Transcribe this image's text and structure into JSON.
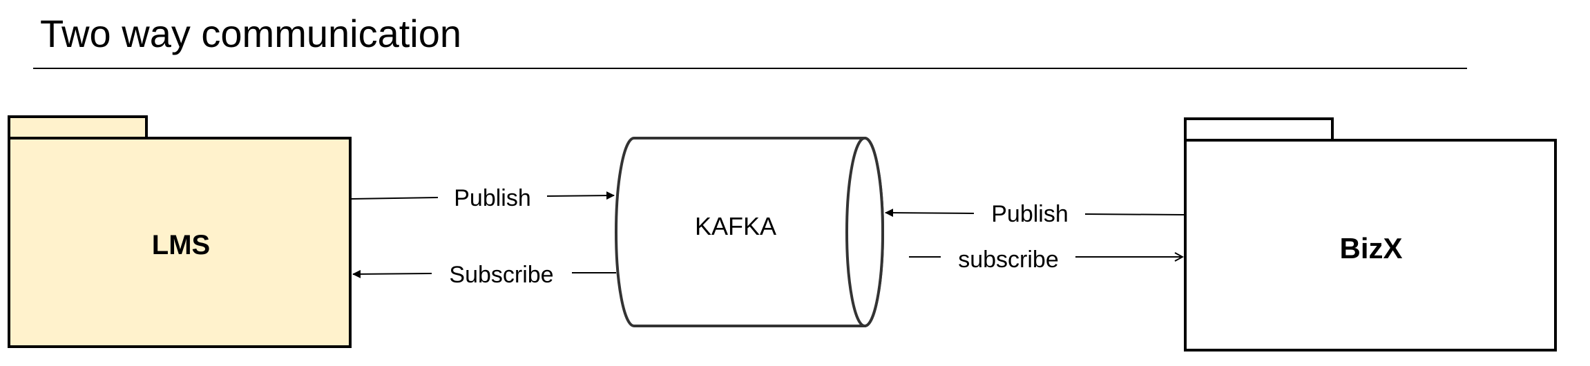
{
  "title": "Two way communication",
  "nodes": {
    "lms": {
      "label": "LMS",
      "fill": "#fff2cc"
    },
    "kafka": {
      "label": "KAFKA",
      "fill": "#ffffff"
    },
    "bizx": {
      "label": "BizX",
      "fill": "#ffffff"
    }
  },
  "edges": {
    "lms_publish": "Publish",
    "lms_subscribe": "Subscribe",
    "bizx_publish": "Publish",
    "bizx_subscribe": "subscribe"
  },
  "colors": {
    "stroke": "#000000",
    "cylinder_stroke": "#333333",
    "text": "#000000"
  }
}
